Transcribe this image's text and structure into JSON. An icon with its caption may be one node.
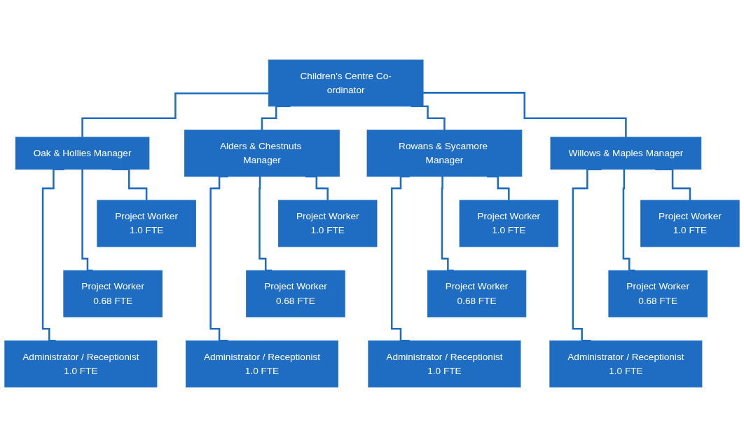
{
  "diagram": {
    "nodes": [
      {
        "text": [
          "Children's Centre Co-ordinator"
        ]
      },
      {
        "text": [
          "Oak & Hollies Manager"
        ]
      },
      {
        "text": [
          "Alders & Chestnuts Manager"
        ]
      },
      {
        "text": [
          "Rowans & Sycamore Manager"
        ]
      },
      {
        "text": [
          "Willows & Maples Manager"
        ]
      },
      {
        "text": [
          "Project Worker",
          "1.0 FTE"
        ]
      },
      {
        "text": [
          "Project Worker",
          "0.68 FTE"
        ]
      },
      {
        "text": [
          "Administrator / Receptionist",
          "1.0 FTE"
        ]
      },
      {
        "text": [
          "Project Worker",
          "1.0 FTE"
        ]
      },
      {
        "text": [
          "Project Worker",
          "0.68 FTE"
        ]
      },
      {
        "text": [
          "Administrator / Receptionist",
          "1.0 FTE"
        ]
      },
      {
        "text": [
          "Project Worker",
          "1.0 FTE"
        ]
      },
      {
        "text": [
          "Project Worker",
          "0.68 FTE"
        ]
      },
      {
        "text": [
          "Administrator / Receptionist",
          "1.0 FTE"
        ]
      },
      {
        "text": [
          "Project Worker",
          "1.0 FTE"
        ]
      },
      {
        "text": [
          "Project Worker",
          "0.68 FTE"
        ]
      },
      {
        "text": [
          "Administrator / Receptionist",
          "1.0 FTE"
        ]
      }
    ],
    "edges": [
      {
        "from": 0,
        "to": 1,
        "arrow": "none"
      },
      {
        "from": 0,
        "to": 2,
        "arrow": "none"
      },
      {
        "from": 0,
        "to": 3,
        "arrow": "none"
      },
      {
        "from": 0,
        "to": 4,
        "arrow": "none"
      },
      {
        "from": 1,
        "to": 5,
        "arrow": "none"
      },
      {
        "from": 1,
        "to": 6,
        "arrow": "none"
      },
      {
        "from": 1,
        "to": 7,
        "arrow": "none"
      },
      {
        "from": 2,
        "to": 8,
        "arrow": "none"
      },
      {
        "from": 2,
        "to": 9,
        "arrow": "none"
      },
      {
        "from": 2,
        "to": 10,
        "arrow": "none"
      },
      {
        "from": 3,
        "to": 11,
        "arrow": "none"
      },
      {
        "from": 3,
        "to": 12,
        "arrow": "none"
      },
      {
        "from": 3,
        "to": 13,
        "arrow": "none"
      },
      {
        "from": 4,
        "to": 14,
        "arrow": "none"
      },
      {
        "from": 4,
        "to": 15,
        "arrow": "none"
      },
      {
        "from": 4,
        "to": 16,
        "arrow": "none"
      }
    ]
  }
}
